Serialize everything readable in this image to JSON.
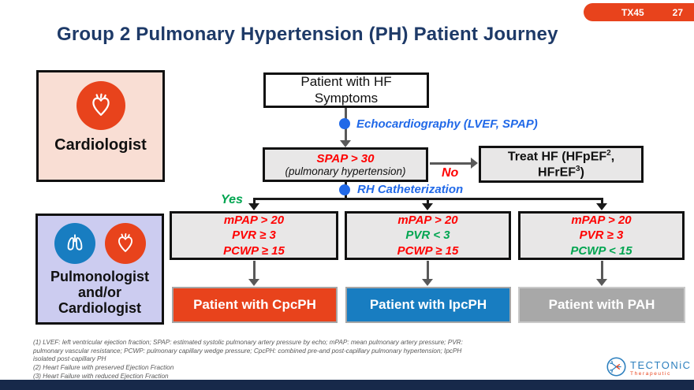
{
  "header": {
    "badge_label": "TX45",
    "page_number": "27",
    "title": "Group 2 Pulmonary Hypertension (PH) Patient Journey"
  },
  "roles": {
    "cardiologist": "Cardiologist",
    "pulmonologist_line1": "Pulmonologist",
    "pulmonologist_line2": "and/or",
    "pulmonologist_line3": "Cardiologist"
  },
  "flow": {
    "start": {
      "line1": "Patient with HF",
      "line2": "Symptoms"
    },
    "echo_label": "Echocardiography (LVEF, SPAP)",
    "spap": {
      "line1": "SPAP > 30",
      "line2": "(pulmonary hypertension)"
    },
    "no_label": "No",
    "treat": {
      "l1a": "Treat HF (HFpEF",
      "l1sup": "2",
      "l1b": ",",
      "l2a": "HFrEF",
      "l2sup": "3",
      "l2b": ")"
    },
    "rhc_label": "RH Catheterization",
    "yes_label": "Yes",
    "criteria": [
      {
        "rows": [
          {
            "text": "mPAP > 20",
            "color": "red"
          },
          {
            "text": "PVR ≥ 3",
            "color": "red"
          },
          {
            "text": "PCWP ≥ 15",
            "color": "red"
          }
        ]
      },
      {
        "rows": [
          {
            "text": "mPAP > 20",
            "color": "red"
          },
          {
            "text": "PVR < 3",
            "color": "green"
          },
          {
            "text": "PCWP ≥ 15",
            "color": "red"
          }
        ]
      },
      {
        "rows": [
          {
            "text": "mPAP > 20",
            "color": "red"
          },
          {
            "text": "PVR ≥ 3",
            "color": "red"
          },
          {
            "text": "PCWP < 15",
            "color": "green"
          }
        ]
      }
    ],
    "outcomes": [
      {
        "label": "Patient with CpcPH",
        "color": "#E8431C"
      },
      {
        "label": "Patient with IpcPH",
        "color": "#187DC1"
      },
      {
        "label": "Patient with PAH",
        "color": "#A8A8A8"
      }
    ]
  },
  "footnotes": [
    "(1) LVEF: left ventricular ejection fraction; SPAP: estimated systolic pulmonary artery pressure by echo; mPAP: mean pulmonary artery pressure; PVR: pulmonary vascular resistance; PCWP: pulmonary capillary wedge pressure; CpcPH: combined pre-and post-capillary pulmonary hypertension; IpcPH isolated post-capillary PH",
    "(2) Heart Failure with preserved Ejection Fraction",
    "(3) Heart Failure with reduced Ejection Fraction"
  ],
  "logo": {
    "name": "TECTONiC",
    "subtitle": "Therapeutic"
  },
  "icons": {
    "heart": "heart-icon",
    "lungs": "lungs-icon",
    "logo_mark": "tectonic-logo-icon"
  },
  "colors": {
    "accent_orange_red": "#E8431C",
    "accent_blue": "#187DC1",
    "accent_gray": "#A8A8A8",
    "title_navy": "#1E3A68",
    "criteria_red": "#FF0000",
    "criteria_green": "#00A550",
    "flow_label_blue": "#2169E8",
    "box_fill_gray": "#E8E7E7",
    "cardio_box_pink": "#F9DED4",
    "pulmo_box_lavender": "#CCCCF0",
    "bottom_bar_navy": "#17294A",
    "logo_blue": "#2C7FBE"
  }
}
